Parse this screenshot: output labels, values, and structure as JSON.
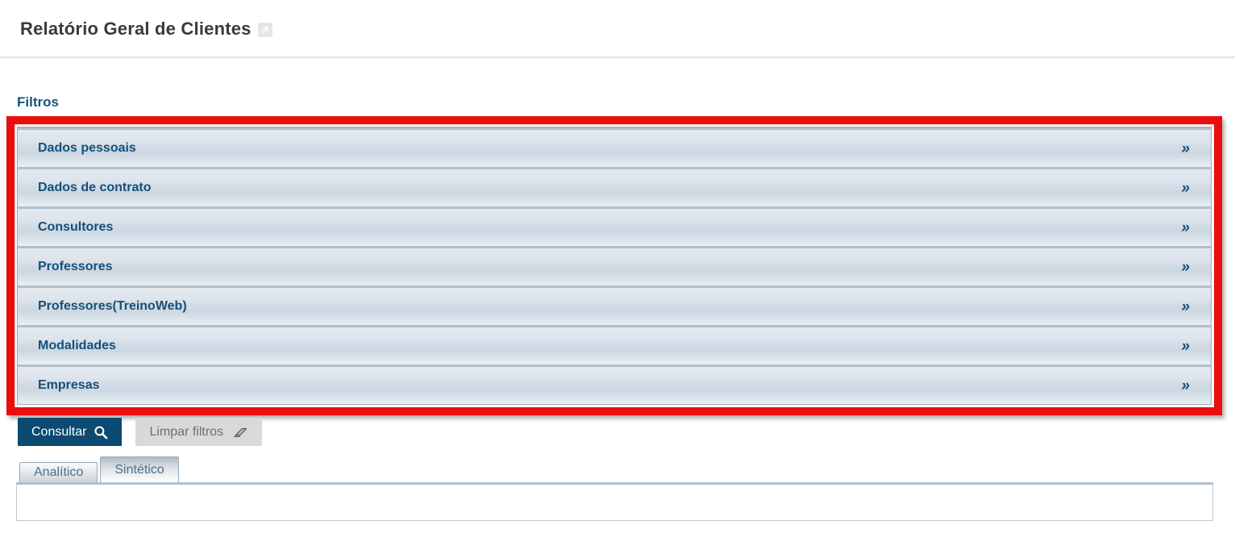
{
  "page": {
    "title": "Relatório Geral de Clientes"
  },
  "filters": {
    "heading": "Filtros",
    "expander_glyph": "»",
    "highlight_color": "#e90f0f",
    "sections": [
      {
        "label": "Dados pessoais"
      },
      {
        "label": "Dados de contrato"
      },
      {
        "label": "Consultores"
      },
      {
        "label": "Professores"
      },
      {
        "label": "Professores(TreinoWeb)"
      },
      {
        "label": "Modalidades"
      },
      {
        "label": "Empresas"
      }
    ]
  },
  "actions": {
    "consult": {
      "label": "Consultar",
      "icon": "search-icon",
      "color": "#0c4a72"
    },
    "clear": {
      "label": "Limpar filtros",
      "icon": "eraser-icon",
      "color": "#d9d9d9"
    }
  },
  "tabs": [
    {
      "label": "Analítico",
      "active": false
    },
    {
      "label": "Sintético",
      "active": true
    }
  ],
  "colors": {
    "accent_navy": "#0c4a72",
    "filter_text": "#155079",
    "highlight_red": "#e90f0f"
  }
}
